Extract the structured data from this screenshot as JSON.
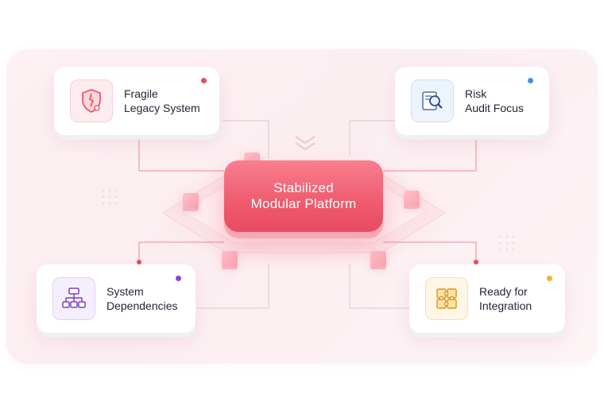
{
  "center": {
    "line1": "Stabilized",
    "line2": "Modular Platform"
  },
  "cards": [
    {
      "line1": "Fragile",
      "line2": "Legacy System",
      "icon": "shield-warning-icon",
      "accent": "#e94b5f"
    },
    {
      "line1": "Risk",
      "line2": "Audit Focus",
      "icon": "document-magnifier-icon",
      "accent": "#4a90e2"
    },
    {
      "line1": "System",
      "line2": "Dependencies",
      "icon": "hierarchy-icon",
      "accent": "#8e44d6"
    },
    {
      "line1": "Ready for",
      "line2": "Integration",
      "icon": "puzzle-icon",
      "accent": "#f0b429"
    }
  ]
}
